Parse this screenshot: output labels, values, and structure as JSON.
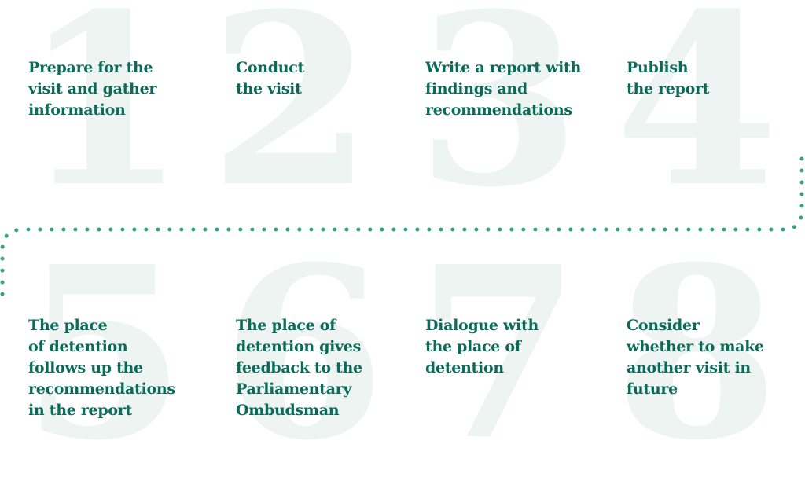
{
  "colors": {
    "text": "#0b6b5b",
    "number": "#eef4f2",
    "dots": "#3a9f80",
    "background": "#ffffff"
  },
  "steps": [
    {
      "number": "1",
      "lines": [
        "Prepare for the",
        "visit and gather",
        "information"
      ]
    },
    {
      "number": "2",
      "lines": [
        "Conduct",
        "the visit"
      ]
    },
    {
      "number": "3",
      "lines": [
        "Write a report with",
        "findings and",
        "recommendations"
      ]
    },
    {
      "number": "4",
      "lines": [
        "Publish",
        "the report"
      ]
    },
    {
      "number": "5",
      "lines": [
        "The place",
        "of detention",
        "follows up the",
        "recommendations",
        "in the report"
      ]
    },
    {
      "number": "6",
      "lines": [
        "The place of",
        "detention gives",
        "feedback to the",
        "Parliamentary",
        "Ombudsman"
      ]
    },
    {
      "number": "7",
      "lines": [
        "Dialogue with",
        "the place of",
        "detention"
      ]
    },
    {
      "number": "8",
      "lines": [
        "Consider",
        "whether to make",
        "another visit in",
        "future"
      ]
    }
  ],
  "connector": "dotted-line"
}
